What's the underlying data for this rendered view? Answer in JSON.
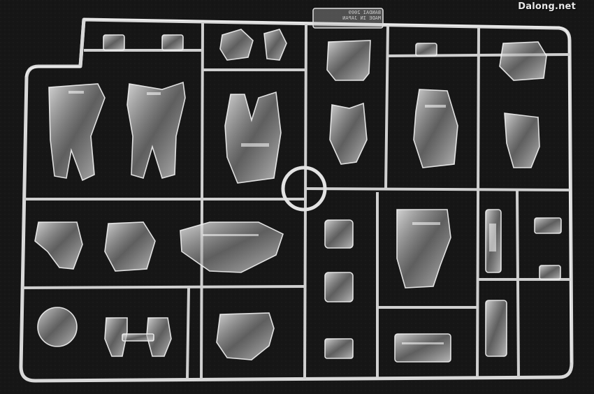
{
  "image": {
    "watermark": "Dalong.net",
    "mold_lines": [
      "BANDAI 2009",
      "MADE IN JAPAN"
    ]
  },
  "colors": {
    "background": "#141414",
    "plastic": "#e6e6e6",
    "plastic_shadow": "#8c8c8c"
  }
}
